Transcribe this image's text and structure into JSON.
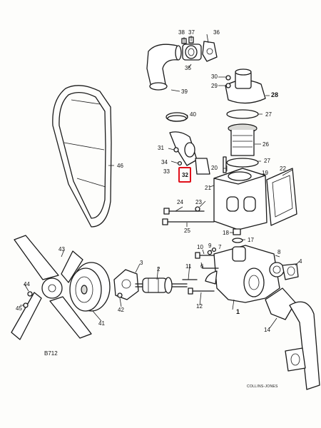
{
  "labels": {
    "1": "1",
    "2": "2",
    "3": "3",
    "4": "4",
    "6": "6",
    "7": "7",
    "8": "8",
    "9": "9",
    "10": "10",
    "11": "11",
    "12": "12",
    "14": "14",
    "17": "17",
    "18": "18",
    "19": "19",
    "20": "20",
    "21": "21",
    "22": "22",
    "23": "23",
    "24": "24",
    "25": "25",
    "26": "26",
    "27": "27",
    "28": "28",
    "29": "29",
    "30": "30",
    "31": "31",
    "32": "32",
    "33": "33",
    "34": "34",
    "35": "35",
    "36": "36",
    "37": "37",
    "38": "38",
    "39": "39",
    "40": "40",
    "41": "41",
    "42": "42",
    "43": "43",
    "44": "44",
    "45": "45",
    "46": "46"
  },
  "drawing_number": "B712",
  "credit": "COLLINS-JONES",
  "highlight_color": "#e0101a"
}
